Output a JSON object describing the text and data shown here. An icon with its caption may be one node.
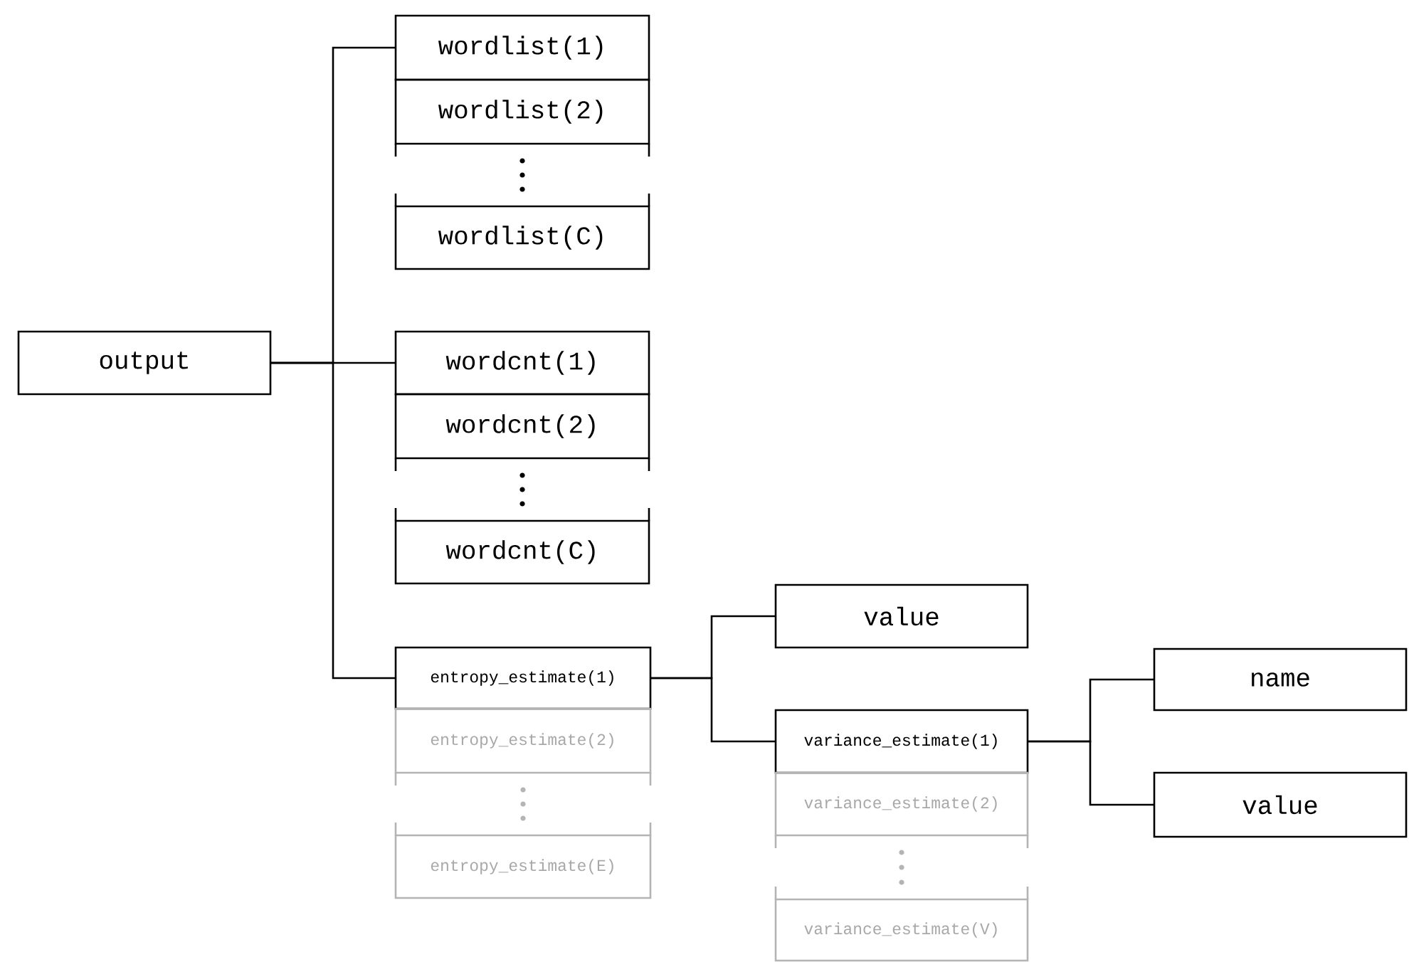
{
  "diagram": {
    "nodes": [
      {
        "text": [
          "output"
        ]
      },
      {
        "text": [
          "wordlist(1)"
        ]
      },
      {
        "text": [
          "wordlist(2)"
        ]
      },
      {
        "text": [
          "wordlist(C)"
        ]
      },
      {
        "text": [
          "wordcnt(1)"
        ]
      },
      {
        "text": [
          "wordcnt(2)"
        ]
      },
      {
        "text": [
          "wordcnt(C)"
        ]
      },
      {
        "text": [
          "entropy_estimate(1)"
        ]
      },
      {
        "text": [
          "entropy_estimate(2)"
        ]
      },
      {
        "text": [
          "entropy_estimate(E)"
        ]
      },
      {
        "text": [
          "value"
        ]
      },
      {
        "text": [
          "variance_estimate(1)"
        ]
      },
      {
        "text": [
          "variance_estimate(2)"
        ]
      },
      {
        "text": [
          "variance_estimate(V)"
        ]
      },
      {
        "text": [
          "name"
        ]
      },
      {
        "text": [
          "value"
        ]
      }
    ],
    "edges": [
      {
        "from": 0,
        "to": 1,
        "arrow": "none"
      },
      {
        "from": 0,
        "to": 4,
        "arrow": "none"
      },
      {
        "from": 0,
        "to": 7,
        "arrow": "none"
      },
      {
        "from": 7,
        "to": 10,
        "arrow": "none"
      },
      {
        "from": 7,
        "to": 11,
        "arrow": "none"
      },
      {
        "from": 11,
        "to": 14,
        "arrow": "none"
      },
      {
        "from": 11,
        "to": 15,
        "arrow": "none"
      }
    ]
  }
}
